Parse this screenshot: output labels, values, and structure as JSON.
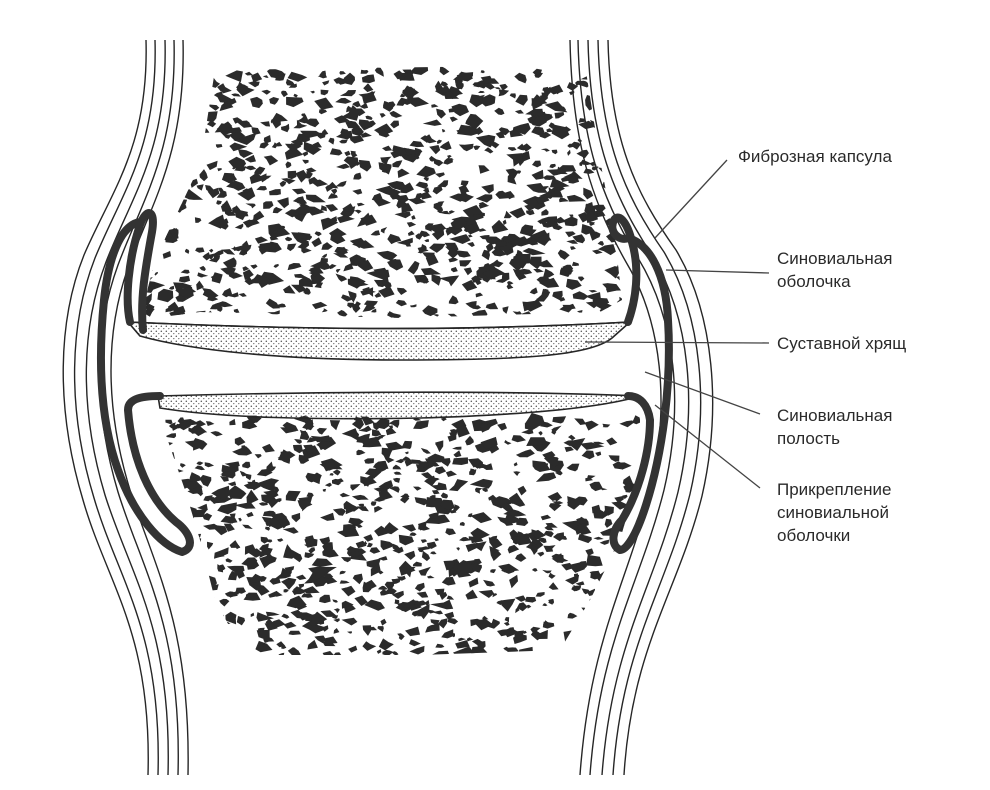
{
  "diagram": {
    "labels": {
      "fibrous_capsule": "Фиброзная капсула",
      "synovial_membrane": [
        "Синовиальная",
        "оболочка"
      ],
      "articular_cartilage": "Суставной хрящ",
      "synovial_cavity": [
        "Синовиальная",
        "полость"
      ],
      "membrane_attachment": [
        "Прикрепление",
        "синовиальной",
        "оболочки"
      ]
    },
    "colors": {
      "ink": "#262626",
      "membrane": "#333333",
      "cartilage_fill": "#f2f2f2"
    }
  }
}
